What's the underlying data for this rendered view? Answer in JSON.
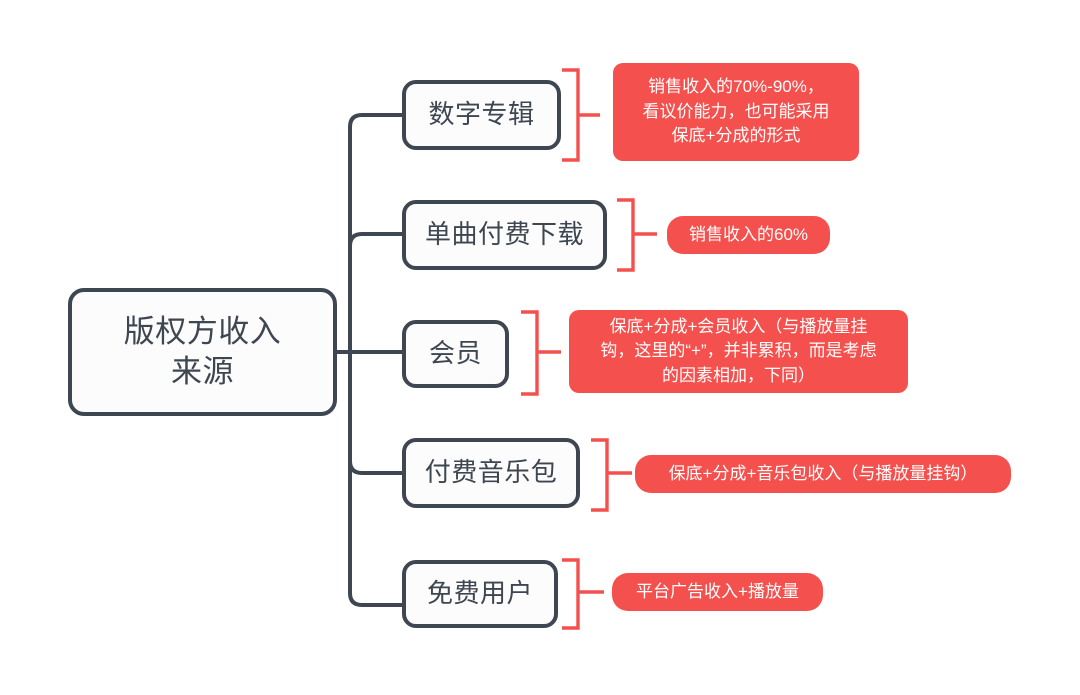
{
  "diagram": {
    "type": "mind-map",
    "title": "版权方收入来源",
    "root": {
      "label": "版权方收入\n来源"
    },
    "branches": [
      {
        "id": "digital-album",
        "label": "数字专辑",
        "note": "销售收入的70%-90%，\n看议价能力，也可能采用\n保底+分成的形式",
        "note_style": "multi"
      },
      {
        "id": "paid-single-download",
        "label": "单曲付费下载",
        "note": "销售收入的60%",
        "note_style": "pill"
      },
      {
        "id": "membership",
        "label": "会员",
        "note": "保底+分成+会员收入（与播放量挂\n钩，这里的“+”，并非累积，而是考虑\n的因素相加，下同）",
        "note_style": "multi"
      },
      {
        "id": "paid-music-package",
        "label": "付费音乐包",
        "note": "保底+分成+音乐包收入（与播放量挂钩）",
        "note_style": "pill"
      },
      {
        "id": "free-user",
        "label": "免费用户",
        "note": "平台广告收入+播放量",
        "note_style": "pill"
      }
    ],
    "colors": {
      "node_border": "#3e4651",
      "node_fill": "#fcfcfc",
      "callout_fill": "#f4514e",
      "bracket": "#f4514e",
      "background": "#ffffff",
      "text_dark": "#3e4651",
      "text_light": "#ffffff"
    }
  }
}
